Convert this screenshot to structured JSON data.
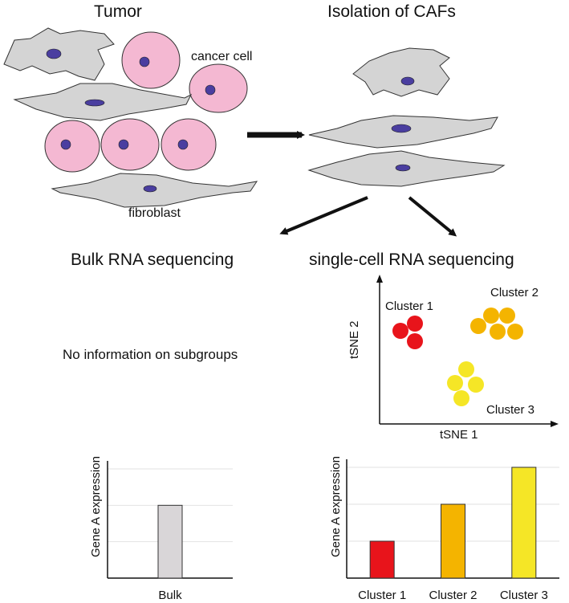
{
  "titles": {
    "tumor": "Tumor",
    "isolation": "Isolation of CAFs",
    "bulk": "Bulk RNA sequencing",
    "single_cell": "single-cell RNA sequencing"
  },
  "cell_labels": {
    "cancer_cell": "cancer cell",
    "fibroblast": "fibroblast"
  },
  "bulk_note": "No information on subgroups",
  "tsne": {
    "xlabel": "tSNE 1",
    "ylabel": "tSNE 2",
    "clusters": [
      {
        "name": "Cluster 1",
        "color": "#e8141b"
      },
      {
        "name": "Cluster 2",
        "color": "#f4b400"
      },
      {
        "name": "Cluster 3",
        "color": "#f5e626"
      }
    ]
  },
  "colors": {
    "cancer_cell_fill": "#f4b8d2",
    "fibroblast_fill": "#d4d4d4",
    "nucleus_fill": "#4a3ea0",
    "bulk_bar": "#d9d6d8"
  },
  "chart_data": [
    {
      "type": "bar",
      "categories": [
        "Bulk"
      ],
      "values": [
        2
      ],
      "xlabel": "",
      "ylabel": "Gene A expression",
      "ylim": [
        0,
        3
      ],
      "grid": true
    },
    {
      "type": "bar",
      "categories": [
        "Cluster 1",
        "Cluster 2",
        "Cluster 3"
      ],
      "values": [
        1,
        2,
        3
      ],
      "colors": [
        "#e8141b",
        "#f4b400",
        "#f5e626"
      ],
      "xlabel": "",
      "ylabel": "Gene A expression",
      "ylim": [
        0,
        3
      ],
      "grid": true
    }
  ]
}
